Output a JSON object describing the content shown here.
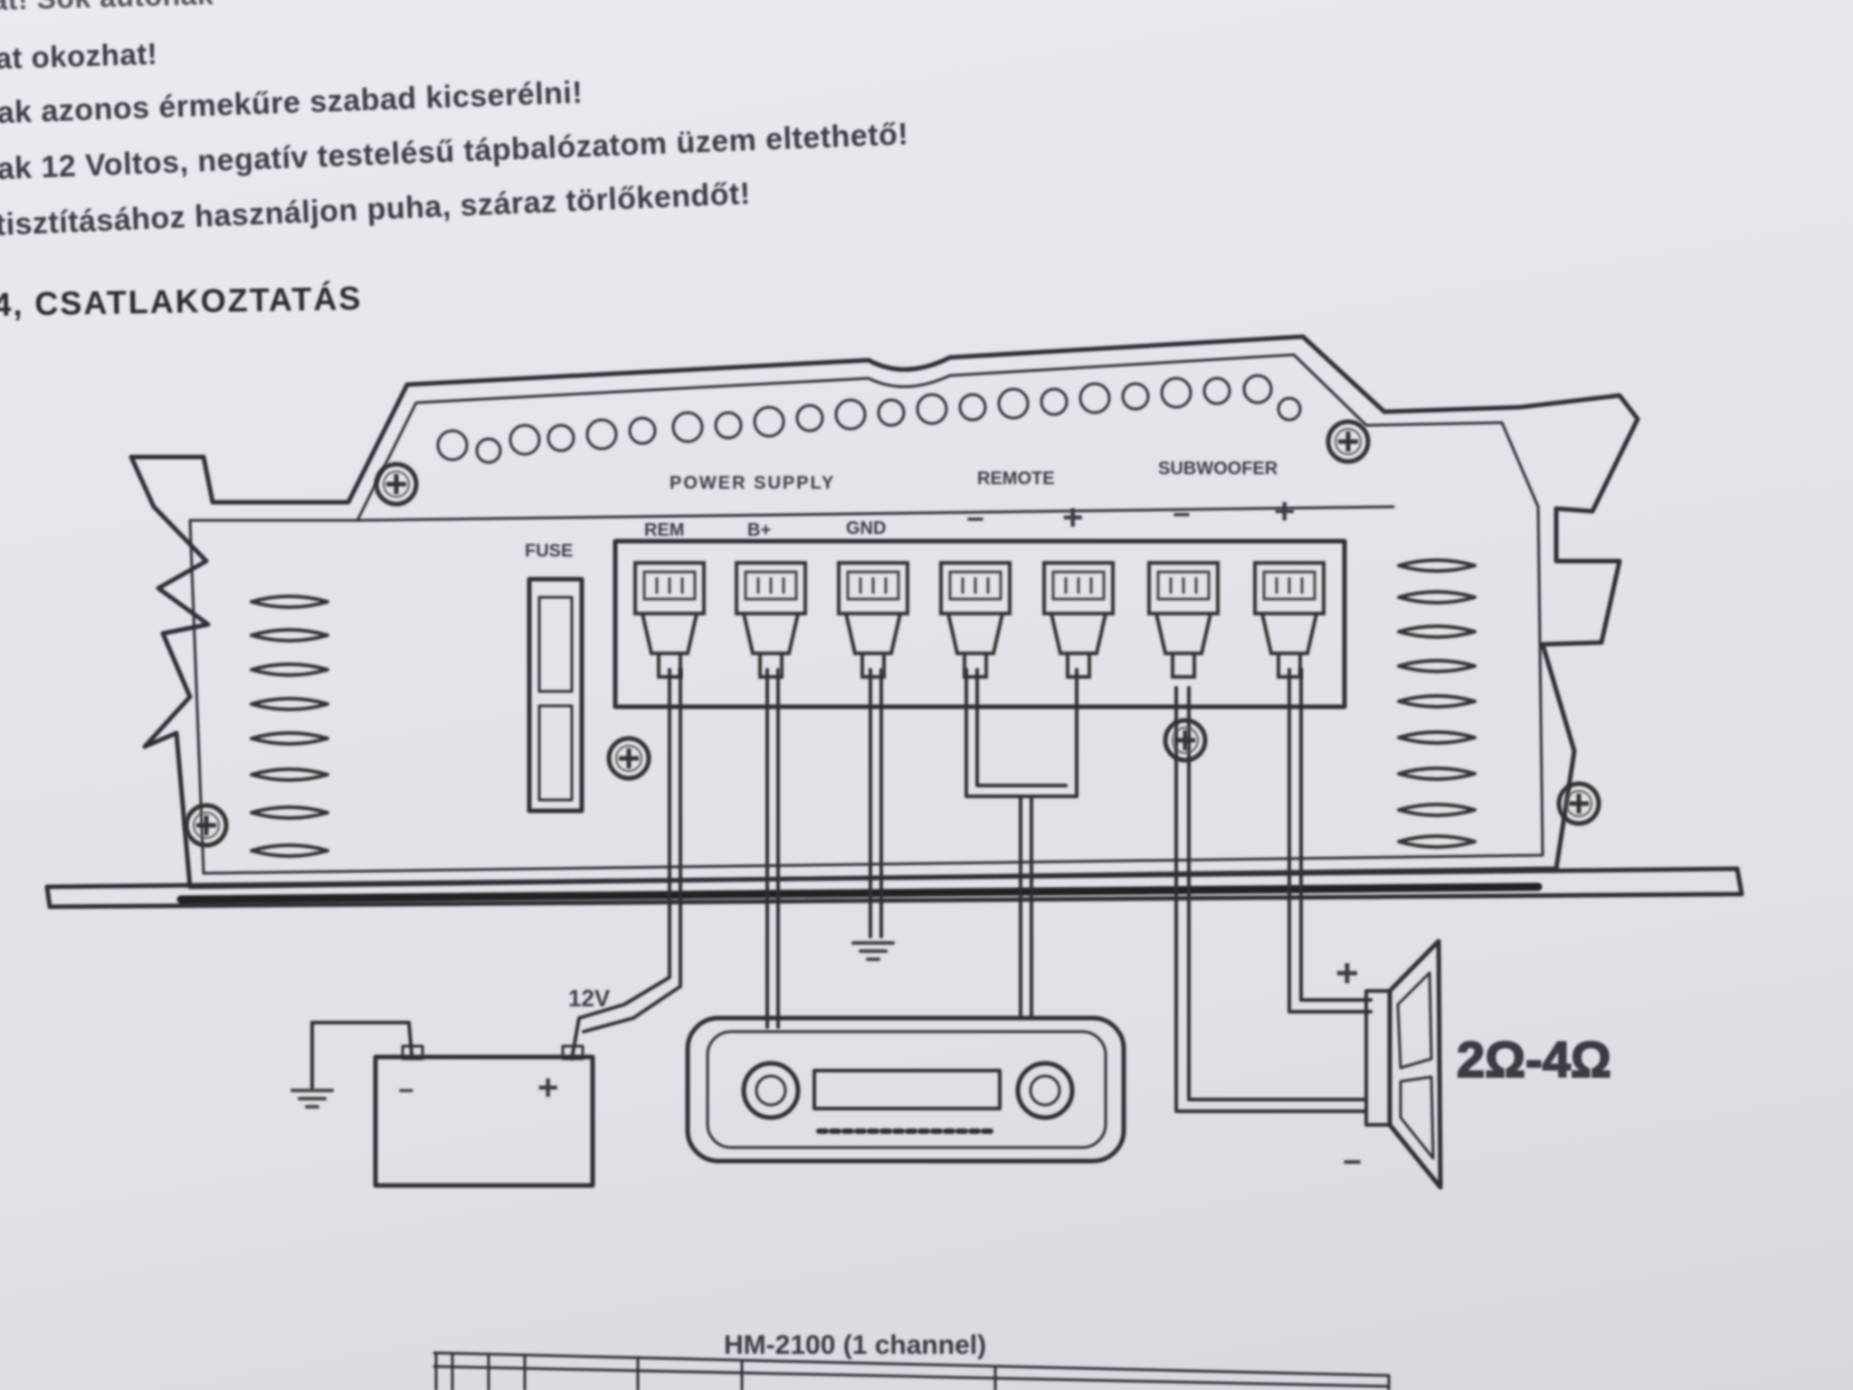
{
  "text_lines": [
    "at! Sok autónak",
    "at okozhat!",
    "ak azonos érmekűre szabad kicserélni!",
    "ak 12 Voltos, negatív testelésű tápbalózatom üzem eltethető!",
    "tisztításához használjon puha, száraz törlőkendőt!"
  ],
  "section_heading": "4, CSATLAKOZTATÁS",
  "diagram": {
    "fuse_label": "FUSE",
    "power_supply_label": "POWER SUPPLY",
    "remote_label": "REMOTE",
    "subwoofer_label": "SUBWOOFER",
    "terminal_labels": [
      "REM",
      "B+",
      "GND"
    ],
    "remote_polarity": [
      "−",
      "+"
    ],
    "sub_polarity": [
      "−",
      "+"
    ],
    "battery_voltage": "12V",
    "battery_minus": "−",
    "battery_plus": "+",
    "speaker_plus": "+",
    "speaker_minus": "−",
    "speaker_impedance": "2Ω-4Ω"
  },
  "table_title": "HM-2100 (1 channel)"
}
